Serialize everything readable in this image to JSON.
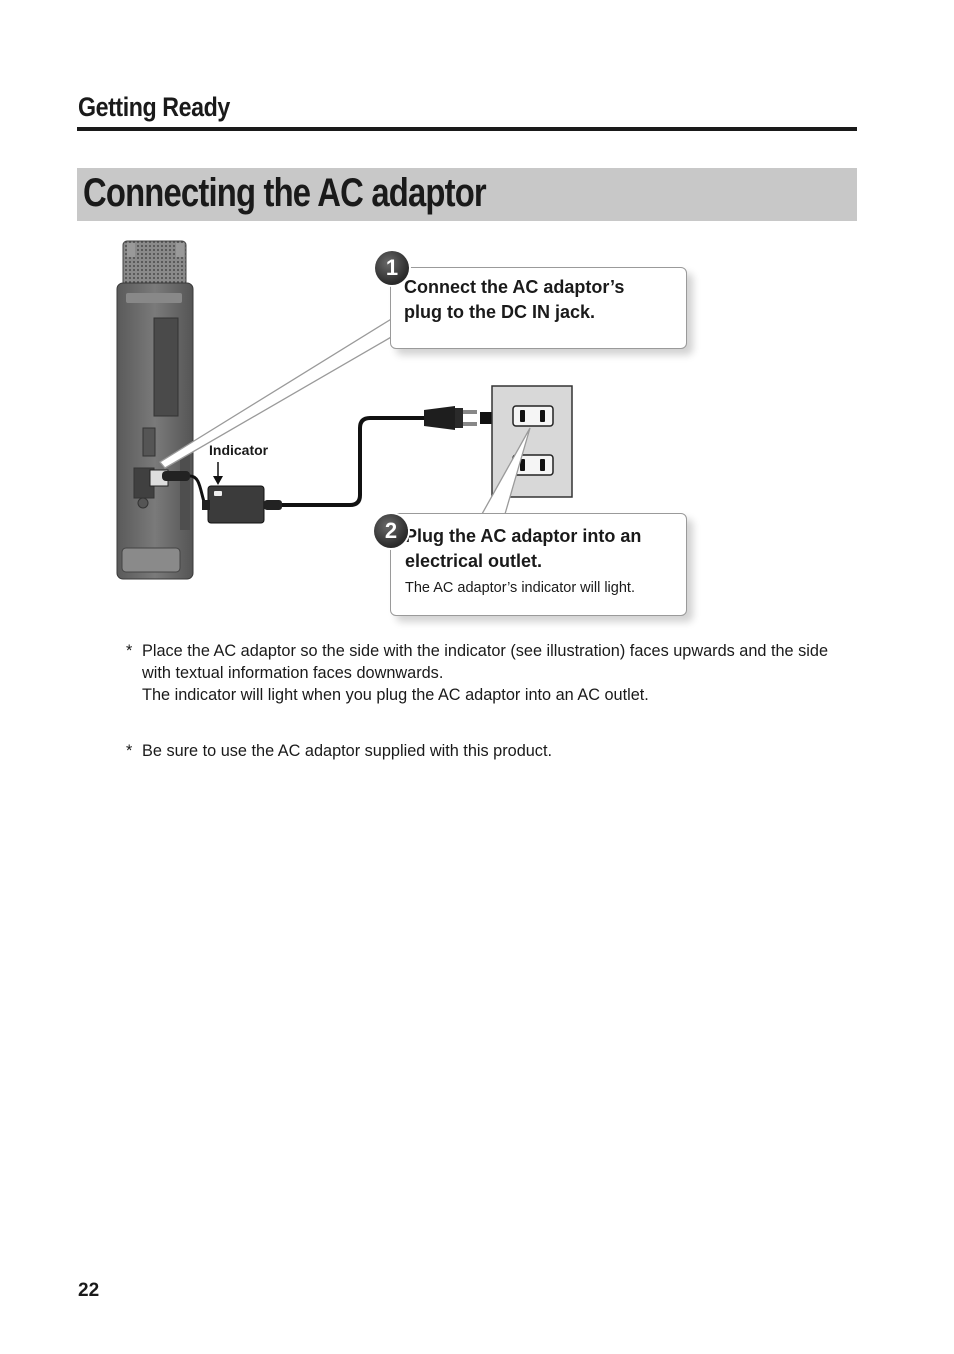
{
  "header": {
    "section_title": "Getting Ready",
    "page_title": "Connecting the AC adaptor"
  },
  "illustration": {
    "indicator_label": "Indicator",
    "step1": {
      "number": "1",
      "line1": "Connect the AC adaptor’s",
      "line2": "plug to the DC IN jack."
    },
    "step2": {
      "number": "2",
      "line1": "Plug the AC adaptor into an",
      "line2": "electrical outlet.",
      "sub": "The AC adaptor’s indicator will light."
    }
  },
  "notes": [
    {
      "star": "*",
      "line1": "Place the AC adaptor so the side with the indicator (see illustration) faces upwards and the side",
      "line2": "with textual information faces downwards.",
      "line3": "The indicator will light when you plug the AC adaptor into an AC outlet."
    },
    {
      "star": "*",
      "line1": "Be sure to use the AC adaptor supplied with this product."
    }
  ],
  "footer": {
    "page_number": "22"
  },
  "colors": {
    "title_band": "#c8c8c8",
    "device_body": "#6b6b6b",
    "text": "#1a1a1a"
  }
}
